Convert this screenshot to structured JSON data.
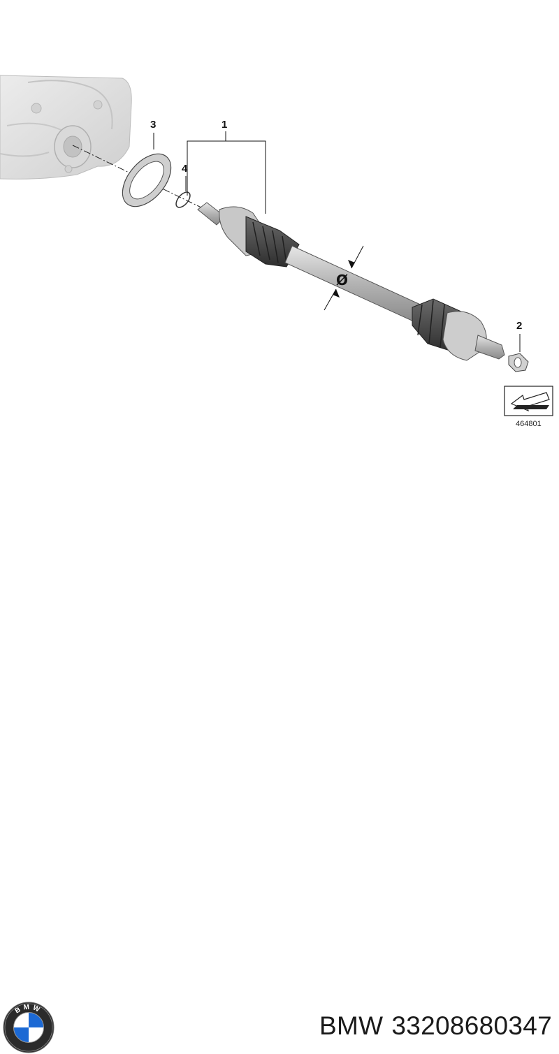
{
  "diagram": {
    "callouts": {
      "axle_shaft": "1",
      "collar_nut": "2",
      "shim_ring": "3",
      "circlip": "4"
    },
    "diameter_symbol": "Ø",
    "reference_code": "464801"
  },
  "footer": {
    "brand": "BMW",
    "part_number": "33208680347",
    "logo_letters": "BMW"
  },
  "colors": {
    "ink": "#1a1a1a",
    "housing": "#dcdcdc",
    "boot": "#4a4a4a",
    "shaft": "#b8b8b8",
    "bmw_blue": "#1c69d4"
  }
}
